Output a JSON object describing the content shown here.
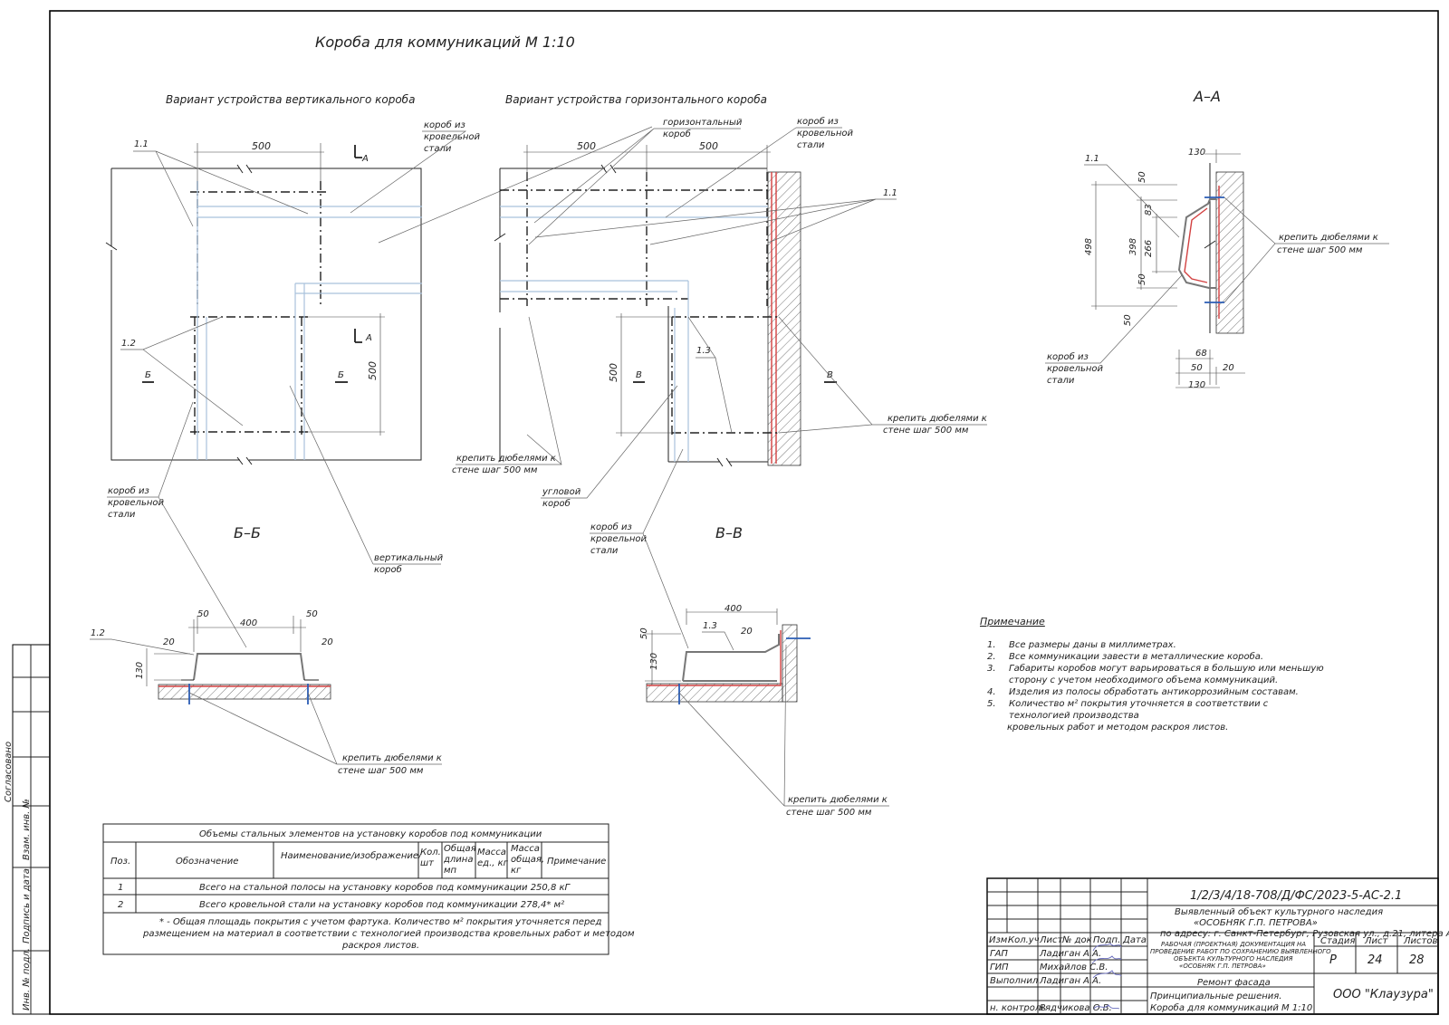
{
  "title": "Короба для коммуникаций  М 1:10",
  "views": {
    "vertical": "Вариант устройства вертикального короба",
    "horizontal": "Вариант устройства горизонтального короба",
    "aa": "А–А",
    "bb": "Б–Б",
    "vv": "В–В"
  },
  "dims": {
    "d500": "500",
    "d400": "400",
    "d50": "50",
    "d20": "20",
    "d130": "130",
    "d498": "498",
    "d398": "398",
    "d266": "266",
    "d83": "83",
    "d68": "68"
  },
  "marks": {
    "m11": "1.1",
    "m12": "1.2",
    "m13": "1.3",
    "A": "А",
    "B": "Б",
    "V": "В"
  },
  "callouts": {
    "korob_line1": "короб из",
    "korob_line2": "кровельной",
    "korob_line3": "стали",
    "horiz_line1": "горизонтальный",
    "horiz_line2": "короб",
    "vert_line1": "вертикальный",
    "vert_line2": "короб",
    "corner_line1": "угловой",
    "corner_line2": "короб",
    "fix_line1": "крепить дюбелями к",
    "fix_line2": "стене шаг 500 мм"
  },
  "notes": {
    "heading": "Примечание",
    "items": [
      {
        "n": "1.",
        "lines": [
          "Все размеры даны в миллиметрах."
        ]
      },
      {
        "n": "2.",
        "lines": [
          "Все коммуникации завести в металлические короба."
        ]
      },
      {
        "n": "3.",
        "lines": [
          "Габариты коробов могут варьироваться в большую или меньшую",
          "сторону с учетом необходимого объема коммуникаций."
        ]
      },
      {
        "n": "4.",
        "lines": [
          "Изделия из полосы обработать антикоррозийным составам."
        ]
      },
      {
        "n": "5.",
        "lines": [
          "Количество м² покрытия уточняется в соответствии с",
          "технологией производства",
          "кровельных работ и методом раскроя     листов."
        ]
      }
    ]
  },
  "spec_table": {
    "title": "Объемы стальных элементов на установку коробов под коммуникации",
    "headers": [
      "Поз.",
      "Обозначение",
      "Наименование/изображение/",
      "Кол. шт",
      "Общая длина мп",
      "Масса ед., кг",
      "Масса общая, кг",
      "Примечание"
    ],
    "rows": [
      {
        "pos": "1",
        "text": "Всего на стальной полосы на установку коробов под коммуникации   250,8 кГ"
      },
      {
        "pos": "2",
        "text": "Всего кровельной стали на установку коробов под коммуникации   278,4* м²"
      }
    ],
    "footnote_lines": [
      "* - Общая площадь покрытия с учетом фартука. Количество м² покрытия уточняется перед",
      "размещением на материал в соответствии с технологией производства кровельных работ и методом",
      "раскроя листов."
    ]
  },
  "side_stamp": [
    "Согласовано",
    "Взам. инв. №",
    "Подпись и дата",
    "Инв. № подл."
  ],
  "title_block": {
    "code": "1/2/3/4/18-708/Д/ФС/2023-5-АС-2.1",
    "object_lines": [
      "Выявленный объект культурного наследия",
      "«ОСОБНЯК Г.П. ПЕТРОВА»",
      "по адресу: г. Санкт-Петербург, Рузовская ул., д.21, литера А"
    ],
    "doc_lines": [
      "РАБОЧАЯ (ПРОЕКТНАЯ) ДОКУМЕНТАЦИЯ НА",
      "ПРОВЕДЕНИЕ РАБОТ ПО СОХРАНЕНИЮ ВЫЯВЛЕННОГО",
      "ОБЪЕКТА КУЛЬТУРНОГО НАСЛЕДИЯ",
      "«ОСОБНЯК Г.П. ПЕТРОВА»"
    ],
    "col_headers": [
      "Изм.",
      "Кол.уч",
      "Лист",
      "№ док",
      "Подп.",
      "Дата"
    ],
    "people": [
      {
        "role": "ГАП",
        "name": "Ладиган А.А."
      },
      {
        "role": "ГИП",
        "name": "Михайлов С.В."
      },
      {
        "role": "Выполнил",
        "name": "Ладиган А.А."
      },
      {
        "role": "н. контроль",
        "name": "Рядчикова О.В."
      }
    ],
    "stage_label": "Стадия",
    "sheet_label": "Лист",
    "sheets_label": "Листов",
    "stage": "Р",
    "sheet": "24",
    "sheets": "28",
    "section": "Ремонт фасада",
    "drawing_lines": [
      "Принципиальные решения.",
      "Короба для коммуникаций М 1:10"
    ],
    "company": "ООО \"Клаузура\""
  },
  "colors": {
    "line": "#222222",
    "blue_line": "#a9c2dc",
    "red_line": "#d24040",
    "frame": "#000000"
  }
}
